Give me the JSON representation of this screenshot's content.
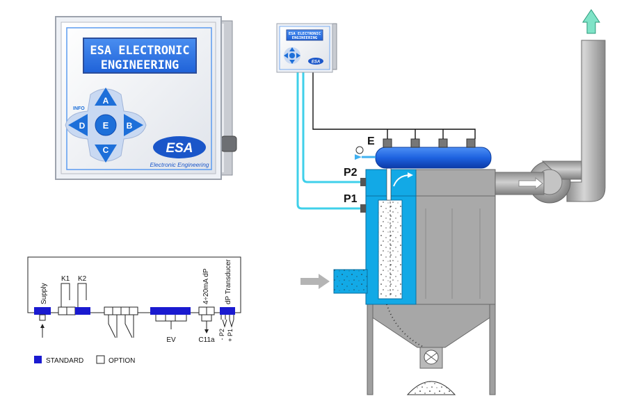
{
  "controller": {
    "display_line1": "ESA ELECTRONIC",
    "display_line2": "ENGINEERING",
    "info_label": "INFO",
    "buttons": {
      "up": "A",
      "left": "D",
      "center": "E",
      "right": "B",
      "down": "C"
    },
    "logo": "ESA",
    "brand": "Electronic Engineering"
  },
  "filter_diagram": {
    "label_e": "E",
    "label_p2": "P2",
    "label_p1": "P1"
  },
  "wiring": {
    "supply": "Supply",
    "k1": "K1",
    "k2": "K2",
    "analog": "4÷20mA dP",
    "transducer": "dP Transducer",
    "ev": "EV",
    "c11a": "C11a",
    "p2": "- P2",
    "p1": "+ P1",
    "legend_standard": "STANDARD",
    "legend_option": "OPTION"
  },
  "colors": {
    "accent_blue": "#1a5fd6",
    "filter_cyan": "#12a9e6",
    "pipe_cyan": "#3fd0ea",
    "hopper_gray": "#a7a7a7",
    "arrow_green": "#7fe3c7",
    "standard_fill": "#1a1ad0"
  }
}
